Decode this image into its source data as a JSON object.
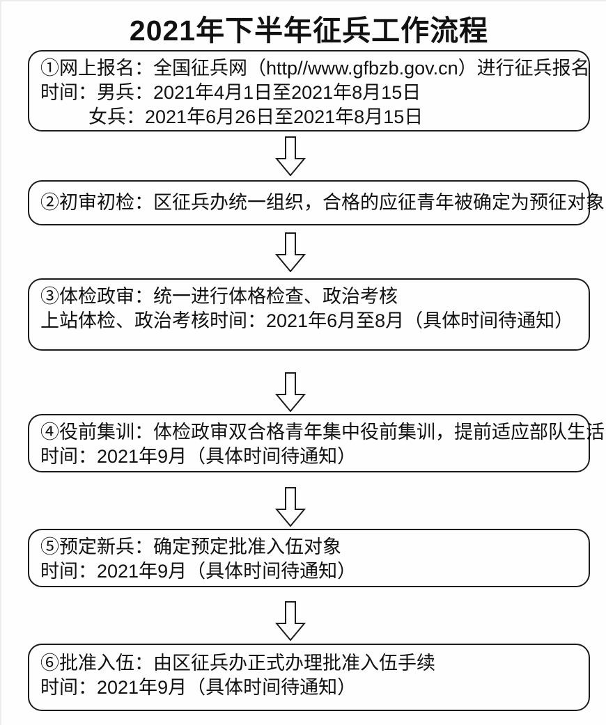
{
  "title": "2021年下半年征兵工作流程",
  "steps": [
    {
      "name": "online-registration",
      "line1": "①网上报名：全国征兵网（http//www.gfbzb.gov.cn）进行征兵报名",
      "line2": "时间：男兵：2021年4月1日至2021年8月15日",
      "line3": "女兵：2021年6月26日至2021年8月15日"
    },
    {
      "name": "initial-review-check",
      "line1": "②初审初检：区征兵办统一组织，合格的应征青年被确定为预征对象"
    },
    {
      "name": "physical-political-exam",
      "line1": "③体检政审：统一进行体格检查、政治考核",
      "line2": "上站体检、政治考核时间：2021年6月至8月（具体时间待通知）"
    },
    {
      "name": "pre-service-training",
      "line1": "④役前集训：体检政审双合格青年集中役前集训，提前适应部队生活",
      "line2": "时间：2021年9月（具体时间待通知）"
    },
    {
      "name": "pre-approved-recruits",
      "line1": "⑤预定新兵：确定预定批准入伍对象",
      "line2": "时间：2021年9月（具体时间待通知）"
    },
    {
      "name": "enlistment-approval",
      "line1": "⑥批准入伍：由区征兵办正式办理批准入伍手续",
      "line2": "时间：2021年9月（具体时间待通知）"
    }
  ],
  "colors": {
    "box_border": "#1c1c1c",
    "text": "#111111",
    "background": "#fefefe",
    "page_border": "#ececec"
  }
}
